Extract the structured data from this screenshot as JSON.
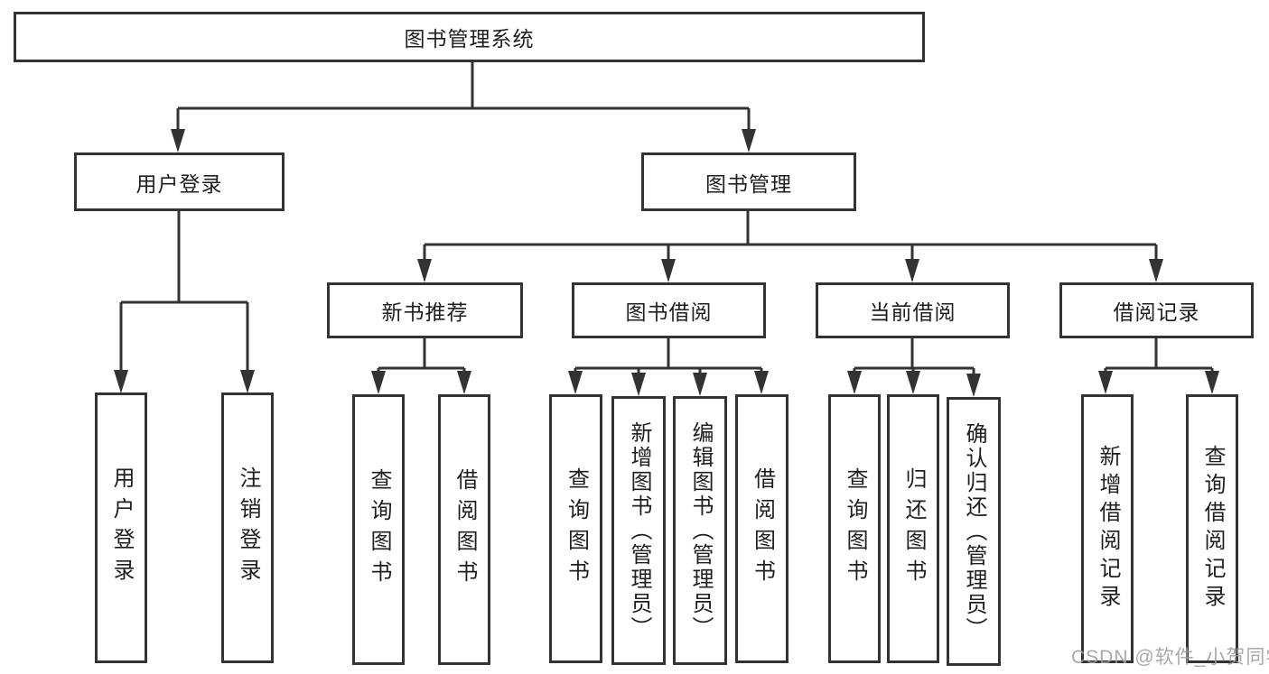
{
  "diagram": {
    "title_node": "图书管理系统",
    "root": {
      "label": "图书管理系统"
    },
    "branches": [
      {
        "label": "用户登录",
        "children": [
          {
            "label": "用户登录"
          },
          {
            "label": "注销登录"
          }
        ]
      },
      {
        "label": "图书管理",
        "children": [
          {
            "label": "新书推荐",
            "children": [
              {
                "label": "查询图书"
              },
              {
                "label": "借阅图书"
              }
            ]
          },
          {
            "label": "图书借阅",
            "children": [
              {
                "label": "查询图书"
              },
              {
                "label": "新增图书（管理员）"
              },
              {
                "label": "编辑图书（管理员）"
              },
              {
                "label": "借阅图书"
              }
            ]
          },
          {
            "label": "当前借阅",
            "children": [
              {
                "label": "查询图书"
              },
              {
                "label": "归还图书"
              },
              {
                "label": "确认归还（管理员）"
              }
            ]
          },
          {
            "label": "借阅记录",
            "children": [
              {
                "label": "新增借阅记录"
              },
              {
                "label": "查询借阅记录"
              }
            ]
          }
        ]
      }
    ]
  },
  "watermark": {
    "text": "CSDN @软件_小贺同学"
  },
  "colors": {
    "line": "#333333",
    "text": "#1f1f1f",
    "background": "#ffffff",
    "watermark": "#9e9e9e"
  }
}
